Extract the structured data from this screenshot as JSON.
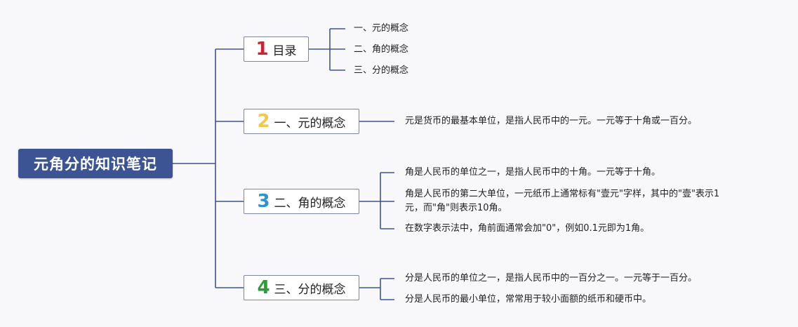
{
  "root": {
    "title": "元角分的知识笔记"
  },
  "branches": [
    {
      "num": "1",
      "num_color": "#cc2233",
      "label": "目录",
      "leaves": [
        "一、元的概念",
        "二、角的概念",
        "三、分的概念"
      ]
    },
    {
      "num": "2",
      "num_color": "#f0c94a",
      "label": "一、元的概念",
      "leaves": [
        "元是货币的最基本单位，是指人民币中的一元。一元等于十角或一百分。"
      ]
    },
    {
      "num": "3",
      "num_color": "#2a93d0",
      "label": "二、角的概念",
      "leaves": [
        "角是人民币的单位之一，是指人民币中的十角。一元等于十角。",
        "角是人民币的第二大单位，一元纸币上通常标有\"壹元\"字样，其中的\"壹\"表示1",
        "元，而\"角\"则表示10角。",
        "在数字表示法中，角前面通常会加\"0\"，例如0.1元即为1角。"
      ]
    },
    {
      "num": "4",
      "num_color": "#2e9a3a",
      "label": "三、分的概念",
      "leaves": [
        "分是人民币的单位之一，是指人民币中的一百分之一。一元等于一百分。",
        "分是人民币的最小单位，常常用于较小面额的纸币和硬币中。"
      ]
    }
  ],
  "colors": {
    "connector": "#3d5494",
    "root_bg": "#3d5494"
  }
}
